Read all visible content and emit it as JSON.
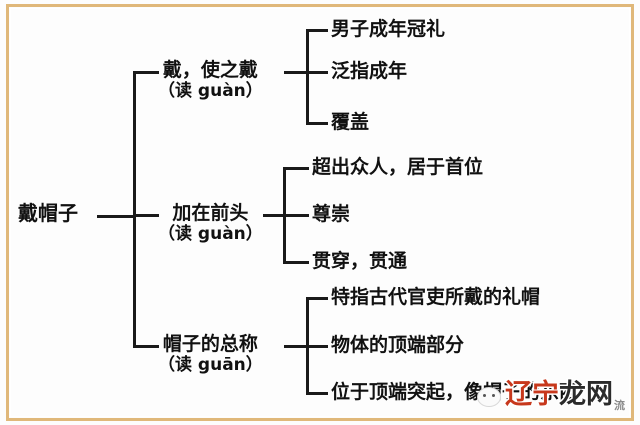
{
  "diagram": {
    "type": "tree-mindmap",
    "title": "戴帽子",
    "root": {
      "label": "戴帽子"
    },
    "branches": [
      {
        "label": "戴，使之戴",
        "pinyin": "（读 guàn）",
        "leaves": [
          {
            "label": "男子成年冠礼"
          },
          {
            "label": "泛指成年"
          },
          {
            "label": "覆盖"
          }
        ]
      },
      {
        "label": "加在前头",
        "pinyin": "（读 guàn）",
        "leaves": [
          {
            "label": "超出众人，居于首位"
          },
          {
            "label": "尊崇"
          },
          {
            "label": "贯穿，贯通"
          }
        ]
      },
      {
        "label": "帽子的总称",
        "pinyin": "（读 guān）",
        "leaves": [
          {
            "label": "特指古代官吏所戴的礼帽"
          },
          {
            "label": "物体的顶端部分"
          },
          {
            "label": "位于顶端突起，像帽子的东西"
          }
        ]
      }
    ]
  },
  "watermark": {
    "text_red": "辽宁",
    "text_dark": "龙网",
    "sub_text": "流"
  },
  "colors": {
    "frame": "#e0b87a",
    "line": "#1a1a1a",
    "text": "#111111",
    "watermark_red": "#c7381c",
    "watermark_dark": "#2b2b2b"
  }
}
